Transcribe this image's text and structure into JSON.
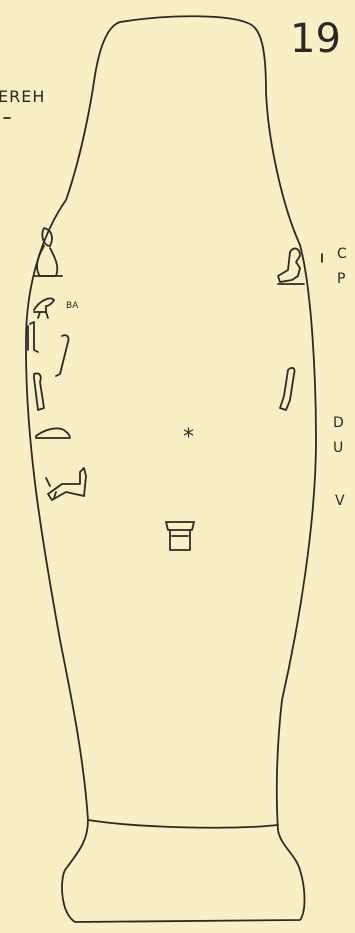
{
  "plate_number": "19",
  "header_fragment": "EREH",
  "glyph_label_ba": "BA",
  "side_letters": [
    "C",
    "P",
    "D",
    "U",
    "V"
  ],
  "star_mark": "*",
  "colors": {
    "paper": "#f8efc4",
    "ink": "#2b2b26"
  }
}
